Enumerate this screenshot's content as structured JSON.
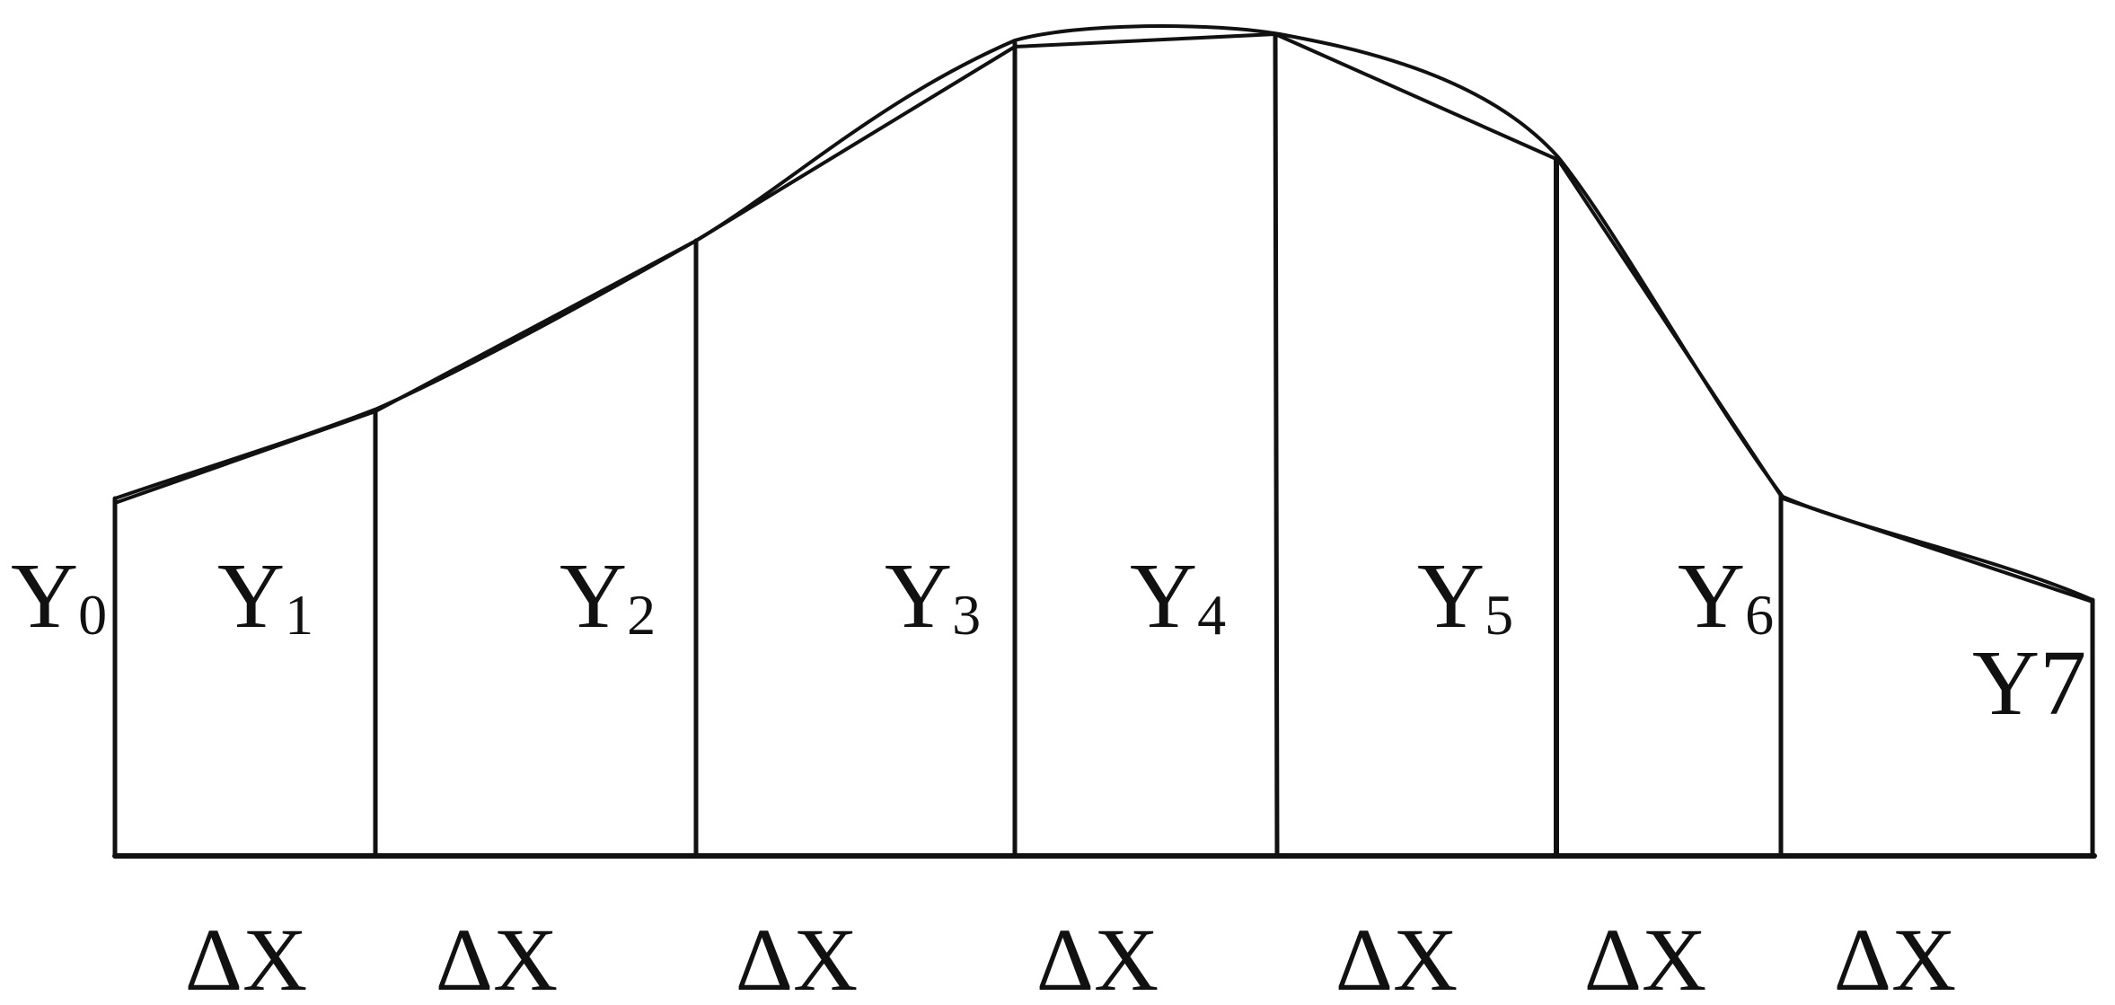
{
  "ordinate_labels": [
    {
      "base": "Y",
      "sub": "0"
    },
    {
      "base": "Y",
      "sub": "1"
    },
    {
      "base": "Y",
      "sub": "2"
    },
    {
      "base": "Y",
      "sub": "3"
    },
    {
      "base": "Y",
      "sub": "4"
    },
    {
      "base": "Y",
      "sub": "5"
    },
    {
      "base": "Y",
      "sub": "6"
    },
    {
      "base": "Y7",
      "sub": ""
    }
  ],
  "interval_labels": [
    "ΔX",
    "ΔX",
    "ΔX",
    "ΔX",
    "ΔX",
    "ΔX",
    "ΔX"
  ],
  "colors": {
    "line": "#111111",
    "background": "#ffffff"
  }
}
